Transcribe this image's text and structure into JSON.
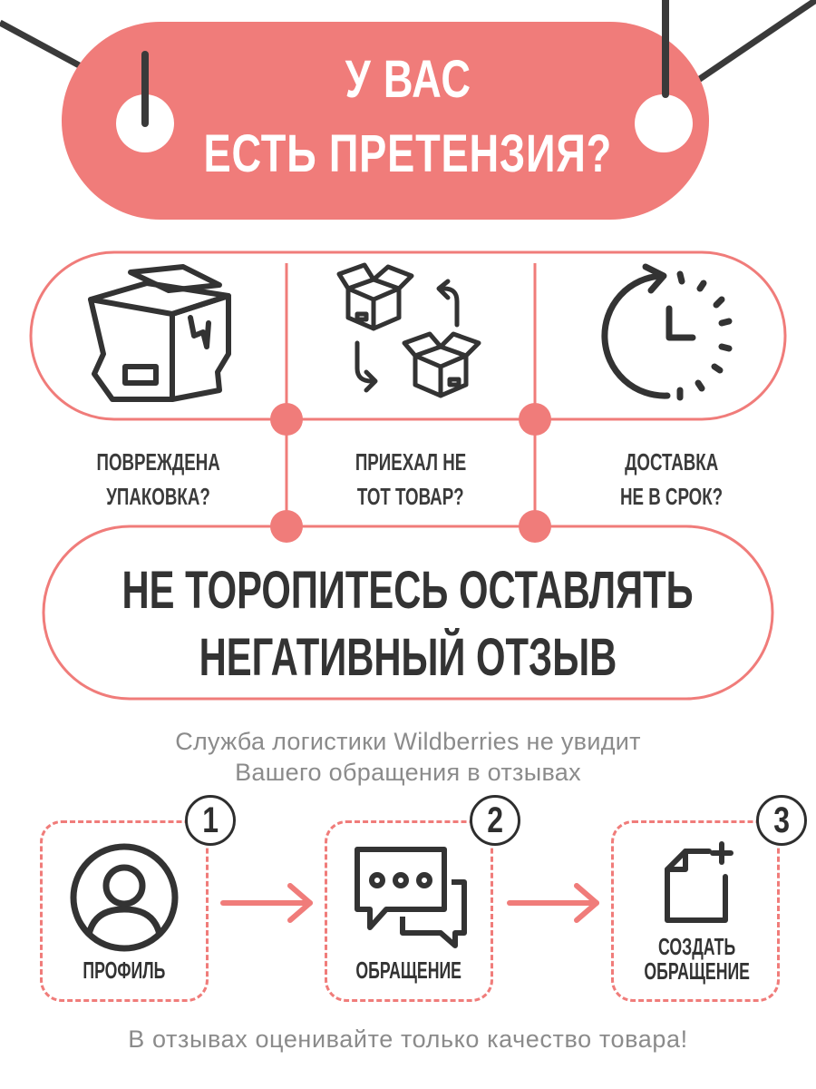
{
  "header": {
    "title_line1": "У ВАС",
    "title_line2": "ЕСТЬ ПРЕТЕНЗИЯ?"
  },
  "problems": [
    {
      "icon": "damaged-box-icon",
      "line1": "ПОВРЕЖДЕНА",
      "line2": "УПАКОВКА?"
    },
    {
      "icon": "exchange-boxes-icon",
      "line1": "ПРИЕХАЛ НЕ",
      "line2": "ТОТ ТОВАР?"
    },
    {
      "icon": "clock-icon",
      "line1": "ДОСТАВКА",
      "line2": "НЕ В СРОК?"
    }
  ],
  "banner": {
    "line1": "НЕ ТОРОПИТЕСЬ ОСТАВЛЯТЬ",
    "line2": "НЕГАТИВНЫЙ ОТЗЫВ"
  },
  "note": {
    "line1": "Служба логистики Wildberries не увидит",
    "line2": "Вашего обращения в отзывах"
  },
  "steps": [
    {
      "number": "1",
      "icon": "profile-icon",
      "label_line1": "ПРОФИЛЬ",
      "label_line2": ""
    },
    {
      "number": "2",
      "icon": "chat-bubbles-icon",
      "label_line1": "ОБРАЩЕНИЕ",
      "label_line2": ""
    },
    {
      "number": "3",
      "icon": "new-document-icon",
      "label_line1": "СОЗДАТЬ",
      "label_line2": "ОБРАЩЕНИЕ"
    }
  ],
  "footer": {
    "text": "В отзывах оценивайте только качество товара!"
  },
  "colors": {
    "accent": "#f07c7a",
    "text_dark": "#333333",
    "text_gray": "#8b8b8b",
    "line": "#3a3a3a"
  }
}
